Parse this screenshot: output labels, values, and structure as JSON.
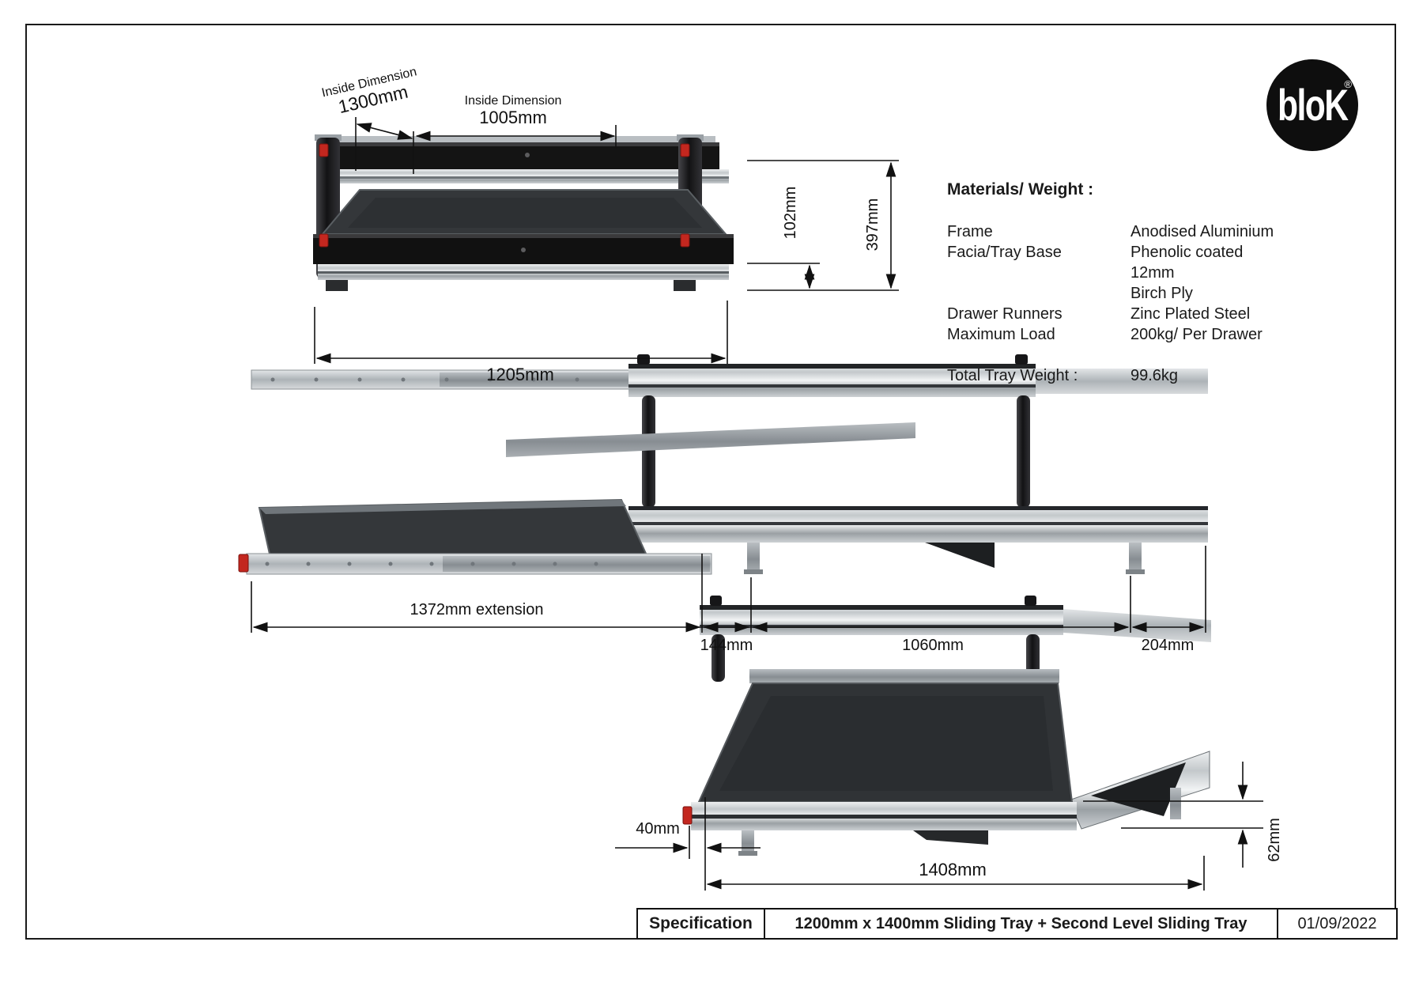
{
  "page": {
    "background": "#ffffff",
    "border_color": "#1a1a1a",
    "accent_red": "#c3271f"
  },
  "logo": {
    "text": "bloK",
    "registered_mark": "®"
  },
  "materials": {
    "heading": "Materials/ Weight :",
    "rows": [
      {
        "label": "Frame",
        "value": "Anodised Aluminium"
      },
      {
        "label": "Facia/Tray Base",
        "value": "Phenolic coated 12mm"
      },
      {
        "label": "",
        "value": "Birch Ply"
      },
      {
        "label": "Drawer Runners",
        "value": "Zinc Plated Steel"
      },
      {
        "label": "Maximum Load",
        "value": "200kg/ Per Drawer"
      }
    ],
    "total": {
      "label": "Total Tray Weight :",
      "value": "99.6kg"
    }
  },
  "top_view": {
    "depth_label": "Inside Dimension",
    "depth_value": "1300mm",
    "width_label": "Inside Dimension",
    "width_value": "1005mm",
    "gap_height": "102mm",
    "overall_height": "397mm",
    "overall_width": "1205mm"
  },
  "middle_view": {
    "extension": "1372mm extension",
    "segment_1": "144mm",
    "segment_2": "1060mm",
    "segment_3": "204mm"
  },
  "bottom_view": {
    "front_offset": "40mm",
    "overall_length": "1408mm",
    "rail_height": "62mm"
  },
  "title_block": {
    "label": "Specification",
    "description": "1200mm x 1400mm Sliding Tray + Second Level Sliding Tray",
    "date": "01/09/2022"
  }
}
